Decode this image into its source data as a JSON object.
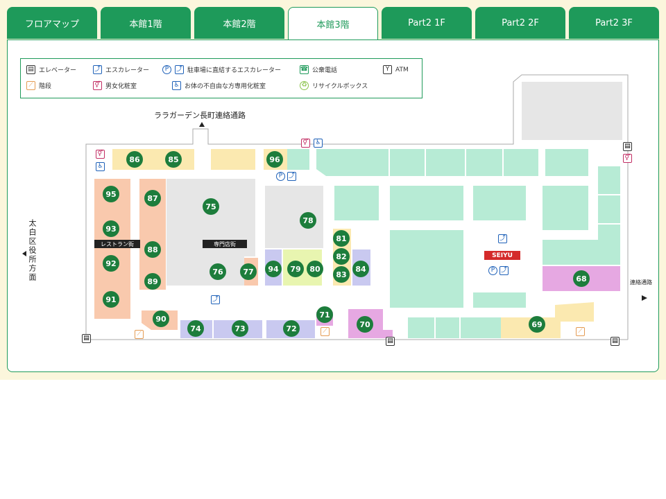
{
  "tabs": [
    {
      "label": "フロアマップ",
      "active": false
    },
    {
      "label": "本館1階",
      "active": false
    },
    {
      "label": "本館2階",
      "active": false
    },
    {
      "label": "本館3階",
      "active": true
    },
    {
      "label": "Part2 1F",
      "active": false
    },
    {
      "label": "Part2 2F",
      "active": false
    },
    {
      "label": "Part2 3F",
      "active": false
    }
  ],
  "legend": {
    "elevator": "エレベーター",
    "escalator": "エスカレーター",
    "parking_escalator": "駐車場に直結するエスカレーター",
    "phone": "公衆電話",
    "atm_icon": "Y",
    "atm": "ATM",
    "stairs": "階段",
    "restroom": "男女化粧室",
    "accessible_restroom": "お体の不自由な方専用化粧室",
    "recycle": "リサイクルボックス"
  },
  "map": {
    "north_passage": "ララガーデン長町連絡通路",
    "west_direction": "太白区役所方面",
    "east_passage": "連絡通路",
    "restaurant_label": "レストラン街",
    "specialty_label": "専門店街",
    "anchor_store": "SEIYU",
    "shops": [
      "86",
      "85",
      "96",
      "95",
      "87",
      "75",
      "78",
      "93",
      "81",
      "88",
      "82",
      "92",
      "94",
      "79",
      "80",
      "83",
      "84",
      "76",
      "77",
      "89",
      "91",
      "90",
      "71",
      "74",
      "73",
      "72",
      "70",
      "69",
      "68"
    ]
  },
  "colors": {
    "brand_green": "#1e9a5a",
    "restaurant": "#f9c9ad",
    "specialty": "#e6e6e6",
    "general": "#b7ebd5",
    "service": "#fbe9b0",
    "blue_area": "#c9c9f0",
    "pink_area": "#e6a8e2",
    "badge": "#1d7d3c"
  }
}
